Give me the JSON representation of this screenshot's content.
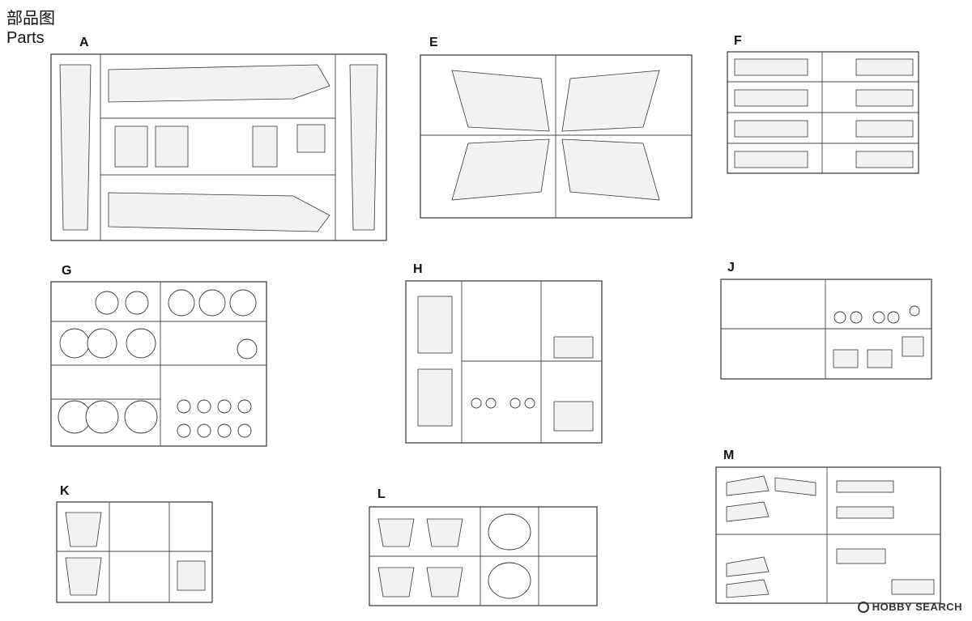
{
  "header": {
    "title_cn": "部品图",
    "title_en": "Parts"
  },
  "sprues": [
    {
      "id": "A",
      "label": "A"
    },
    {
      "id": "E",
      "label": "E"
    },
    {
      "id": "F",
      "label": "F"
    },
    {
      "id": "G",
      "label": "G"
    },
    {
      "id": "H",
      "label": "H"
    },
    {
      "id": "J",
      "label": "J"
    },
    {
      "id": "K",
      "label": "K"
    },
    {
      "id": "L",
      "label": "L"
    },
    {
      "id": "M",
      "label": "M"
    }
  ],
  "watermark": {
    "text": "HOBBY SEARCH"
  }
}
